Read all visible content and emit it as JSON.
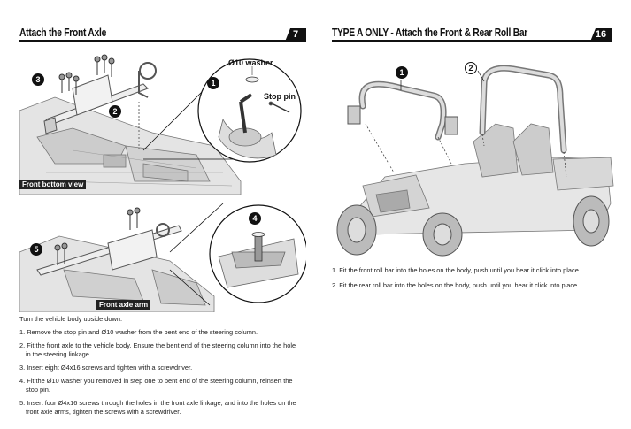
{
  "left_page": {
    "title": "Attach the Front Axle",
    "page_number": "7",
    "figure1": {
      "badges": [
        "3",
        "2",
        "1"
      ],
      "label_washer": "Ø10 washer",
      "label_stop_pin": "Stop pin",
      "caption": "Front bottom view"
    },
    "figure2": {
      "badges": [
        "4",
        "5"
      ],
      "caption": "Front axle arm"
    },
    "intro": "Turn the vehicle body upside down.",
    "steps": [
      "1. Remove the stop pin and Ø10 washer from the bent end of the steering column.",
      "2. Fit the front axle to the vehicle body. Ensure the bent end of the steering column into the hole",
      "in the steering linkage.",
      "3. Insert eight Ø4x16 screws and tighten with a screwdriver.",
      "4. Fit the Ø10 washer you removed in step one to bent end of the steering column, reinsert the",
      "stop pin.",
      "5. Insert four Ø4x16 screws through the holes in the front axle linkage, and into the holes on the",
      "front axle arms, tighten the screws with a screwdriver."
    ]
  },
  "right_page": {
    "title": "TYPE A ONLY - Attach the Front & Rear Roll Bar",
    "page_number": "16",
    "figure": {
      "badges": [
        "1",
        "2"
      ]
    },
    "steps": [
      "1. Fit the front roll bar into the holes on the body, push until you hear it click into place.",
      "2. Fit the rear roll bar into the holes on the body, push until you hear it click into place."
    ]
  }
}
